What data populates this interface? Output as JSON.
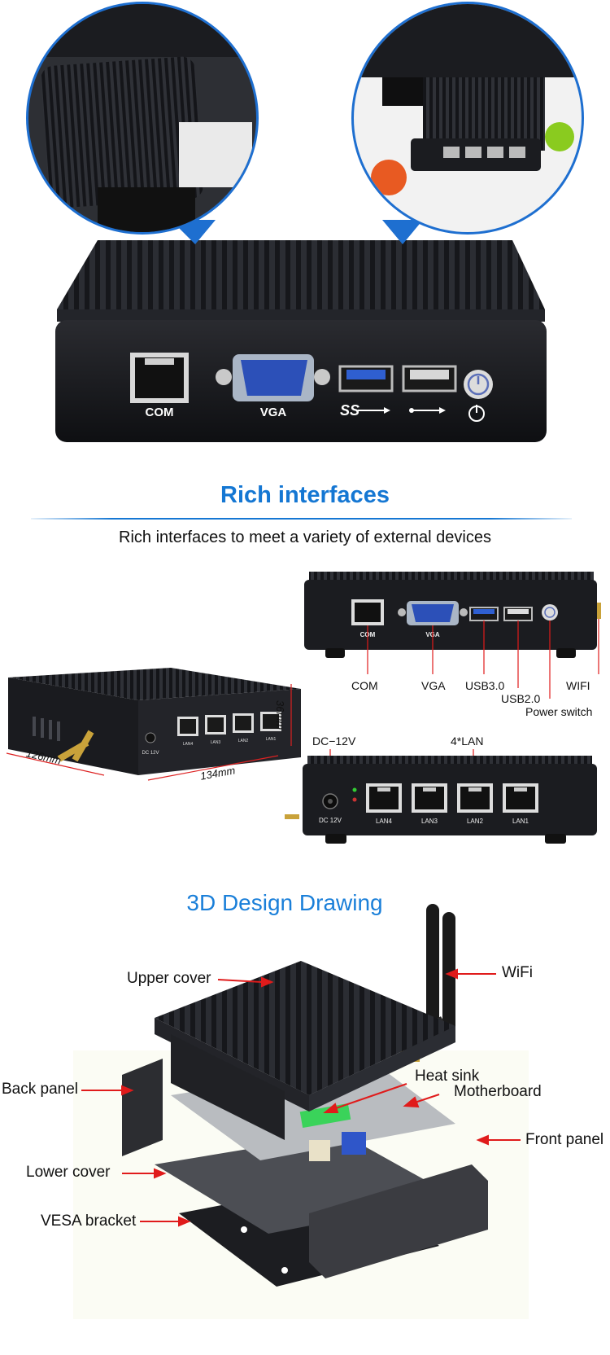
{
  "section1": {
    "title": "Rich interfaces",
    "subtitle": "Rich interfaces to meet a variety of external devices"
  },
  "hero_ports": {
    "com": "COM",
    "vga": "VGA"
  },
  "small_front_ports": {
    "com": "COM",
    "vga": "VGA"
  },
  "front_callouts": {
    "com": "COM",
    "vga": "VGA",
    "usb3": "USB3.0",
    "usb2": "USB2.0",
    "wifi": "WIFI",
    "power": "Power switch"
  },
  "dimensions": {
    "depth": "126mm",
    "width": "134mm",
    "height": "36mm"
  },
  "side_view": {
    "dc": "DC 12V",
    "lan4": "LAN4",
    "lan3": "LAN3",
    "lan2": "LAN2",
    "lan1": "LAN1"
  },
  "rear_callouts": {
    "dc": "DC−12V",
    "lan": "4*LAN"
  },
  "rear_ports": {
    "dc": "DC 12V",
    "lan4": "LAN4",
    "lan3": "LAN3",
    "lan2": "LAN2",
    "lan1": "LAN1"
  },
  "section2": {
    "title": "3D Design Drawing"
  },
  "parts": {
    "upper_cover": "Upper cover",
    "wifi": "WiFi",
    "back_panel": "Back panel",
    "heat_sink": "Heat sink",
    "motherboard": "Motherboard",
    "front_panel": "Front panel",
    "lower_cover": "Lower cover",
    "vesa_bracket": "VESA bracket"
  },
  "colors": {
    "accent_blue": "#1577d3",
    "callout_red": "#e01b1b",
    "chassis": "#1b1c20"
  }
}
